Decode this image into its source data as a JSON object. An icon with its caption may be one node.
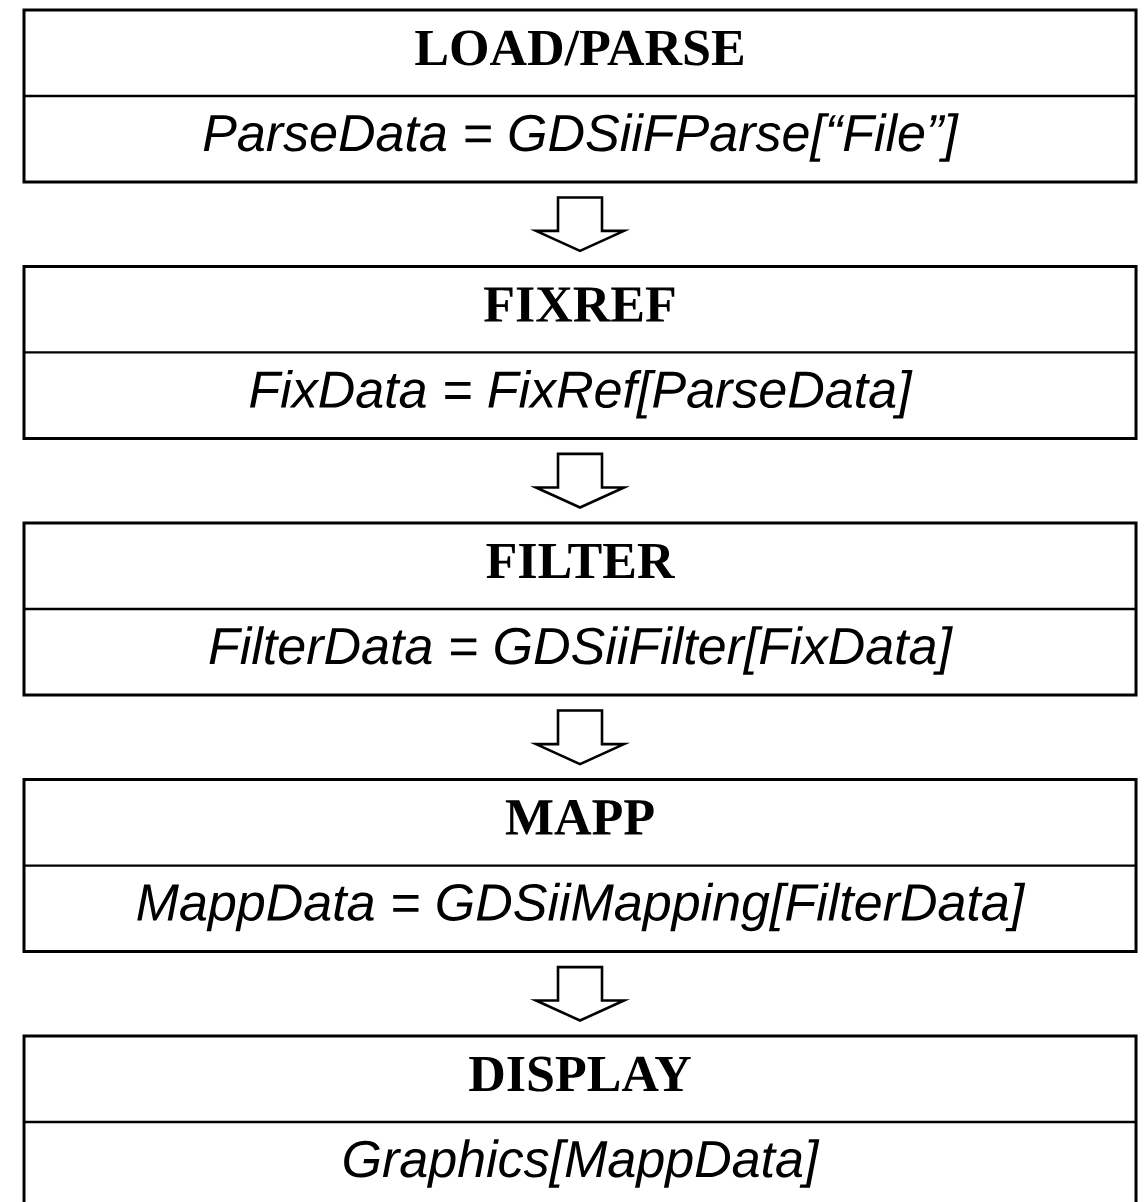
{
  "diagram": {
    "nodes": [
      {
        "text": [
          "LOAD/PARSE",
          "ParseData = GDSiiFParse[“File”]"
        ]
      },
      {
        "text": [
          "FIXREF",
          "FixData = FixRef[ParseData]"
        ]
      },
      {
        "text": [
          "FILTER",
          "FilterData = GDSiiFilter[FixData]"
        ]
      },
      {
        "text": [
          "MAPP",
          "MappData = GDSiiMapping[FilterData]"
        ]
      },
      {
        "text": [
          "DISPLAY",
          "Graphics[MappData]"
        ]
      }
    ],
    "edges": [
      {
        "from": 0,
        "to": 1,
        "arrow": "to"
      },
      {
        "from": 1,
        "to": 2,
        "arrow": "to"
      },
      {
        "from": 2,
        "to": 3,
        "arrow": "to"
      },
      {
        "from": 3,
        "to": 4,
        "arrow": "to"
      }
    ]
  }
}
